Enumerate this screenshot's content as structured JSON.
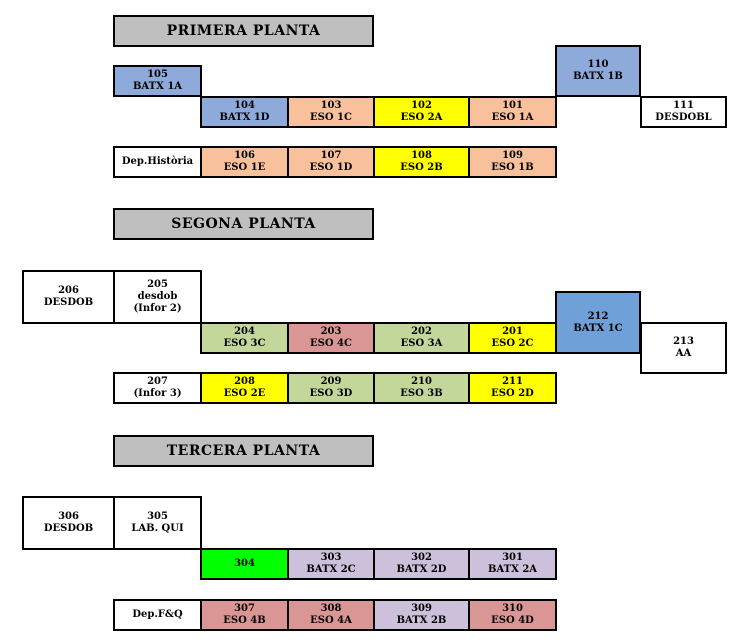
{
  "colors": {
    "blue": "#8eaadb",
    "blue_dark": "#6fa0d8",
    "orange": "#f8c09b",
    "yellow": "#ffff00",
    "green": "#c4d79b",
    "red": "#d99694",
    "lilac": "#ccc0da",
    "bright_green": "#00ff00",
    "white": "#ffffff",
    "title_gray": "#bfbfbf"
  },
  "floors": {
    "f1": "PRIMERA PLANTA",
    "f2": "SEGONA PLANTA",
    "f3": "TERCERA PLANTA"
  },
  "rooms": {
    "r105": {
      "num": "105",
      "label": "BATX 1A"
    },
    "r110": {
      "num": "110",
      "label": "BATX 1B"
    },
    "r104": {
      "num": "104",
      "label": "BATX 1D"
    },
    "r103": {
      "num": "103",
      "label": "ESO 1C"
    },
    "r102": {
      "num": "102",
      "label": "ESO 2A"
    },
    "r101": {
      "num": "101",
      "label": "ESO 1A"
    },
    "r111": {
      "num": "111",
      "label": "DESDOBL"
    },
    "dep_hist": {
      "label": "Dep.Història"
    },
    "r106": {
      "num": "106",
      "label": "ESO 1E"
    },
    "r107": {
      "num": "107",
      "label": "ESO 1D"
    },
    "r108": {
      "num": "108",
      "label": "ESO 2B"
    },
    "r109": {
      "num": "109",
      "label": "ESO 1B"
    },
    "r206": {
      "num": "206",
      "label": "DESDOB"
    },
    "r205": {
      "num": "205",
      "label": "desdob",
      "label2": "(Infor 2)"
    },
    "r212": {
      "num": "212",
      "label": "BATX 1C"
    },
    "r204": {
      "num": "204",
      "label": "ESO 3C"
    },
    "r203": {
      "num": "203",
      "label": "ESO 4C"
    },
    "r202": {
      "num": "202",
      "label": "ESO 3A"
    },
    "r201": {
      "num": "201",
      "label": "ESO 2C"
    },
    "r213": {
      "num": "213",
      "label": "AA"
    },
    "r207": {
      "num": "207",
      "label": "(Infor 3)"
    },
    "r208": {
      "num": "208",
      "label": "ESO 2E"
    },
    "r209": {
      "num": "209",
      "label": "ESO 3D"
    },
    "r210": {
      "num": "210",
      "label": "ESO 3B"
    },
    "r211": {
      "num": "211",
      "label": "ESO 2D"
    },
    "r306": {
      "num": "306",
      "label": "DESDOB"
    },
    "r305": {
      "num": "305",
      "label": "LAB. QUI"
    },
    "r304": {
      "num": "304"
    },
    "r303": {
      "num": "303",
      "label": "BATX 2C"
    },
    "r302": {
      "num": "302",
      "label": "BATX 2D"
    },
    "r301": {
      "num": "301",
      "label": "BATX 2A"
    },
    "dep_fq": {
      "label": "Dep.F&Q"
    },
    "r307": {
      "num": "307",
      "label": "ESO 4B"
    },
    "r308": {
      "num": "308",
      "label": "ESO 4A"
    },
    "r309": {
      "num": "309",
      "label": "BATX 2B"
    },
    "r310": {
      "num": "310",
      "label": "ESO 4D"
    }
  }
}
